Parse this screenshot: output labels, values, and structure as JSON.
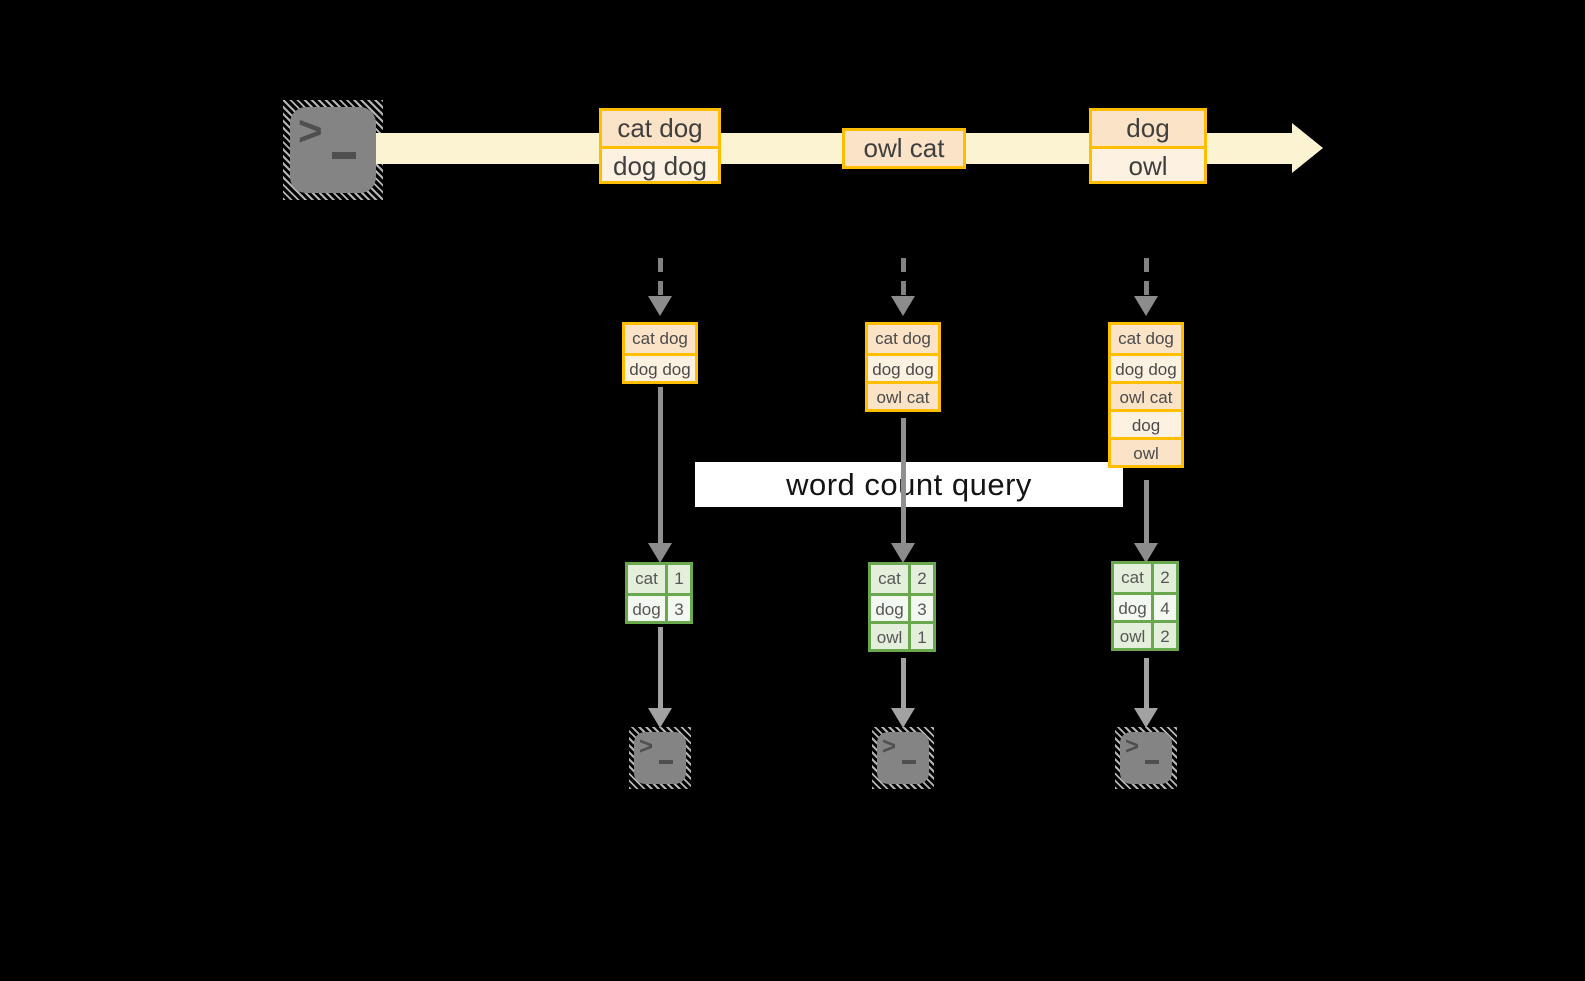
{
  "diagram": {
    "kind": "streaming word-count dataflow",
    "query_label": "word count query",
    "source_icon": "terminal-icon",
    "stream_batches": [
      {
        "items": [
          "cat dog",
          "dog dog"
        ]
      },
      {
        "items": [
          "owl cat"
        ]
      },
      {
        "items": [
          "dog",
          "owl"
        ]
      }
    ],
    "snapshots": [
      {
        "input_lines": [
          "cat dog",
          "dog dog"
        ],
        "counts": [
          {
            "word": "cat",
            "count": "1"
          },
          {
            "word": "dog",
            "count": "3"
          }
        ],
        "sink_icon": "terminal-icon"
      },
      {
        "input_lines": [
          "cat dog",
          "dog dog",
          "owl cat"
        ],
        "counts": [
          {
            "word": "cat",
            "count": "2"
          },
          {
            "word": "dog",
            "count": "3"
          },
          {
            "word": "owl",
            "count": "1"
          }
        ],
        "sink_icon": "terminal-icon"
      },
      {
        "input_lines": [
          "cat dog",
          "dog dog",
          "owl cat",
          "dog",
          "owl"
        ],
        "counts": [
          {
            "word": "cat",
            "count": "2"
          },
          {
            "word": "dog",
            "count": "4"
          },
          {
            "word": "owl",
            "count": "2"
          }
        ],
        "sink_icon": "terminal-icon"
      }
    ],
    "colors": {
      "background": "#000000",
      "stream_band": "#fcf3d3",
      "box_border_gold": "#ffbf00",
      "cell_fill_peach": "#fbe3c8",
      "cell_fill_cream": "#fdf2e2",
      "table_border_green": "#6aa84f",
      "table_fill_green": "#e3efda",
      "table_fill_white": "#f3f8f0",
      "arrow_gray": "#8c8c8c",
      "banner_bg": "#ffffff",
      "banner_text": "#141414"
    }
  }
}
